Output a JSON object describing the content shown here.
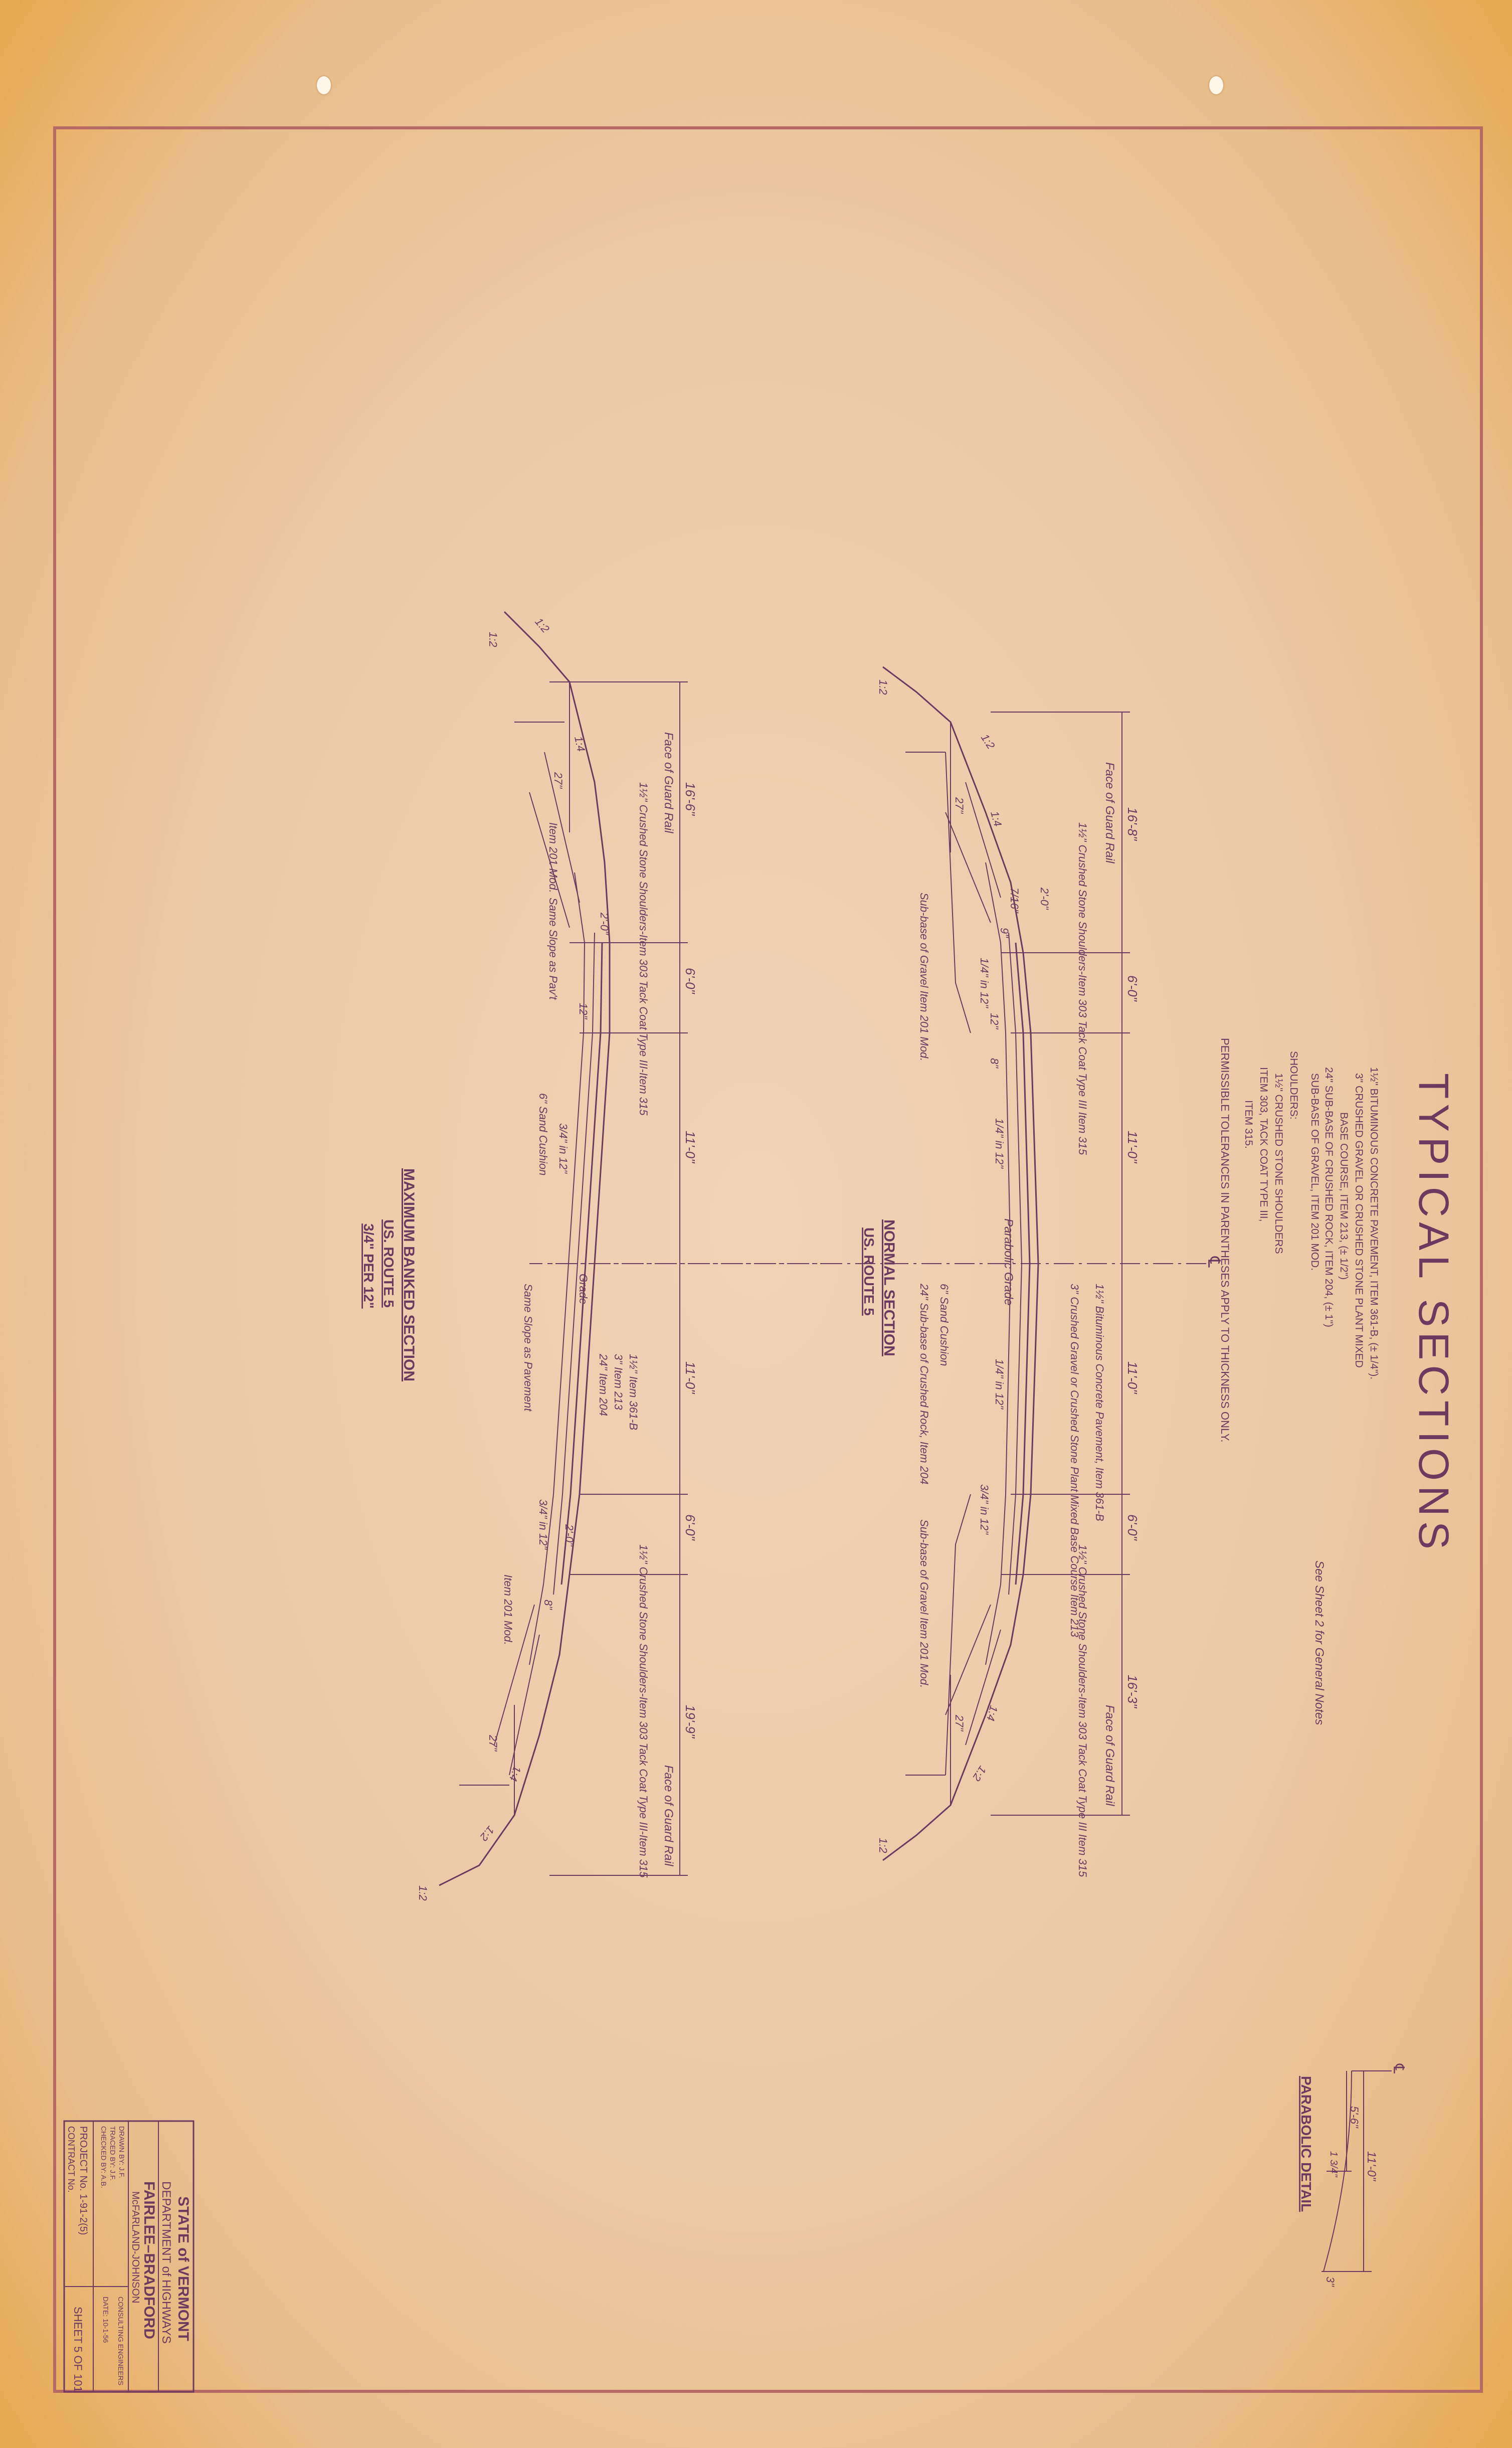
{
  "title": "TYPICAL SECTIONS",
  "notes": {
    "lines": [
      "1½\" BITUMINOUS CONCRETE PAVEMENT, ITEM 361-B, (± 1/4\").",
      "3\" CRUSHED GRAVEL OR CRUSHED STONE PLANT MIXED",
      "BASE COURSE, ITEM 213, (± 1/2\")",
      "24\" SUB-BASE OF CRUSHED ROCK, ITEM 204, (± 1\")",
      "SUB-BASE OF GRAVEL, ITEM 201 MOD.",
      "SHOULDERS:",
      "1½\" CRUSHED STONE SHOULDERS",
      "ITEM 303, TACK COAT TYPE III,",
      "ITEM 315."
    ],
    "tolerance": "PERMISSIBLE TOLERANCES IN PARENTHESES APPLY TO THICKNESS ONLY.",
    "see_sheet": "See Sheet 2 for General Notes"
  },
  "normal_section": {
    "title": "NORMAL SECTION",
    "subtitle": "US. ROUTE 5",
    "dims": [
      "16'-8\"",
      "6'-0\"",
      "11'-0\"",
      "11'-0\"",
      "6'-0\"",
      "16'-3\""
    ],
    "labels": {
      "face_guard_left": "Face of Guard Rail",
      "face_guard_right": "Face of Guard Rail",
      "shoulder_left": "1½\" Crushed Stone Shoulders-Item 303 Tack Coat Type III Item 315",
      "shoulder_right": "1½\" Crushed Stone Shoulders-Item 303 Tack Coat Type III Item 315",
      "pavement": "1½\" Bituminous Concrete Pavement, Item 361-B",
      "base": "3\" Crushed Gravel or Crushed Stone Plant Mixed Base Course Item 213",
      "subbase_gravel_left": "Sub-base of Gravel Item 201 Mod.",
      "subbase_gravel_right": "Sub-base of Gravel Item 201 Mod.",
      "subbase_rock": "24\" Sub-base of Crushed Rock, Item 204",
      "sand": "6\" Sand Cushion",
      "grade": "Parabolic Grade",
      "slope_l1": "1/4\" in 12\"",
      "slope_l2": "1/4\" in 12\"",
      "slope_r1": "1/4\" in 12\"",
      "slope_r2": "3/4\" in 12\"",
      "d_20": "2'-0\"",
      "d_716": "7/16\"",
      "d_9": "9\"",
      "d_12": "12\"",
      "d_8": "8\"",
      "d_27a": "27\"",
      "d_27b": "27\"",
      "s_12a": "1:2",
      "s_14a": "1:4",
      "s_12b": "1:2",
      "s_12c": "1:2",
      "s_14b": "1:4",
      "s_12d": "1:2"
    }
  },
  "banked_section": {
    "title": "MAXIMUM BANKED SECTION",
    "subtitle": "US. ROUTE 5",
    "rate": "3/4\" PER 12\"",
    "dims": [
      "16'-6\"",
      "6'-0\"",
      "11'-0\"",
      "11'-0\"",
      "6'-0\"",
      "19'-9\""
    ],
    "labels": {
      "face_guard_left": "Face of Guard Rail",
      "face_guard_right": "Face of Guard Rail",
      "shoulder_left": "1½\" Crushed Stone Shoulders-Item 303 Tack Coat Type III-Item 315",
      "shoulder_right": "1½\" Crushed Stone Shoulders-Item 303 Tack Coat Type III-Item 315",
      "item201_left": "Item 201 Mod.",
      "item201_right": "Item 201 Mod.",
      "same_slope": "Same Slope as Pav't",
      "sand": "6\" Sand Cushion",
      "slope_mid": "3/4\" in 12\"",
      "grade": "Grade",
      "pav": "1½\" Item 361-B",
      "base": "3\" Item 213",
      "sub": "24\" Item 204",
      "same_slope_r": "Same Slope as Pavement",
      "slope_r": "3/4\" in 12\"",
      "d_20a": "2'-0\"",
      "d_20b": "2'-0\"",
      "d_12": "12\"",
      "d_27a": "27\"",
      "d_27b": "27\"",
      "d_8": "8\"",
      "s_12a": "1:2",
      "s_14a": "1:4",
      "s_12b": "1:2",
      "s_12c": "1:2",
      "s_14b": "1:4",
      "s_12d": "1:2"
    }
  },
  "parabolic_detail": {
    "title": "PARABOLIC DETAIL",
    "dims": [
      "11'-0\"",
      "5'-6\"",
      "3\"",
      "1 3/4\""
    ]
  },
  "title_block": {
    "state": "STATE of VERMONT",
    "dept": "DEPARTMENT of HIGHWAYS",
    "project_name": "FAIRLEE–BRADFORD",
    "engineers": "McFARLAND-JOHNSON",
    "engineers_sub": "CONSULTING ENGINEERS",
    "drawn": "DRAWN BY: J.F.",
    "traced": "TRACED BY: J.F.",
    "checked": "CHECKED BY: A.B.",
    "date": "DATE: 10-1-56",
    "project_no": "PROJECT No. 1-91-2(5)",
    "contract_no": "CONTRACT No.",
    "sheet": "SHEET 5 OF 101"
  },
  "colors": {
    "paper": "#ecc9a6",
    "edge": "#e7a94f",
    "ink": "#6b3a5e",
    "border": "#b56a66"
  }
}
